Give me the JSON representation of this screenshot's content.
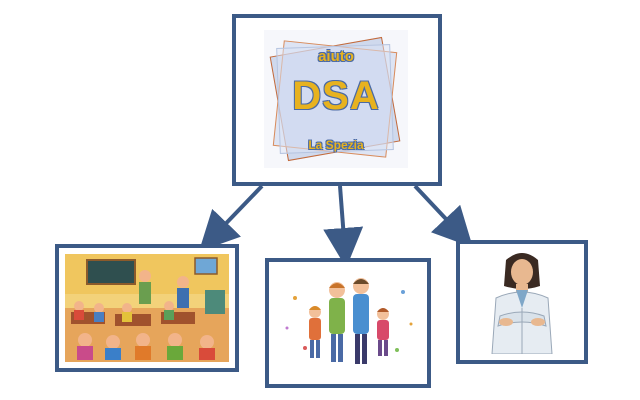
{
  "logo": {
    "line1": "aiuto",
    "line2": "DSA",
    "line3": "La Spezia"
  },
  "colors": {
    "frame": "#3c5a86",
    "logo_text": "#e7b21f",
    "logo_outline": "#4a6aa5"
  },
  "children": [
    {
      "subject": "classroom-illustration"
    },
    {
      "subject": "family-illustration"
    },
    {
      "subject": "doctor-illustration"
    }
  ]
}
